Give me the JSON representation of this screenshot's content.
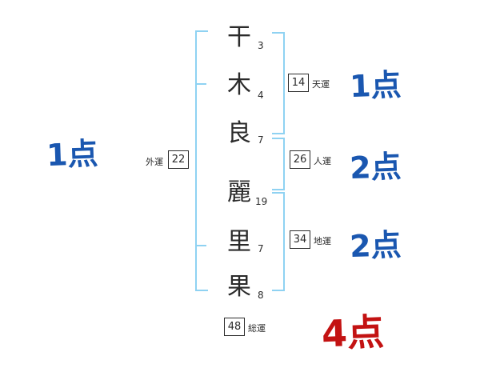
{
  "name": {
    "chars": [
      {
        "char": "干",
        "strokes": "3"
      },
      {
        "char": "木",
        "strokes": "4"
      },
      {
        "char": "良",
        "strokes": "7"
      },
      {
        "char": "麗",
        "strokes": "19"
      },
      {
        "char": "里",
        "strokes": "7"
      },
      {
        "char": "果",
        "strokes": "8"
      }
    ]
  },
  "fortunes": {
    "heaven": {
      "label": "天運",
      "value": "14",
      "score": "1点"
    },
    "person": {
      "label": "人運",
      "value": "26",
      "score": "2点"
    },
    "earth": {
      "label": "地運",
      "value": "34",
      "score": "2点"
    },
    "outer": {
      "label": "外運",
      "value": "22",
      "score": "1点"
    },
    "total": {
      "label": "総運",
      "value": "48",
      "score": "4点"
    }
  },
  "colors": {
    "bracket": "#8fd2f2",
    "score_blue": "#1a57b0",
    "score_red": "#c31212",
    "ink": "#2b2b2b"
  }
}
